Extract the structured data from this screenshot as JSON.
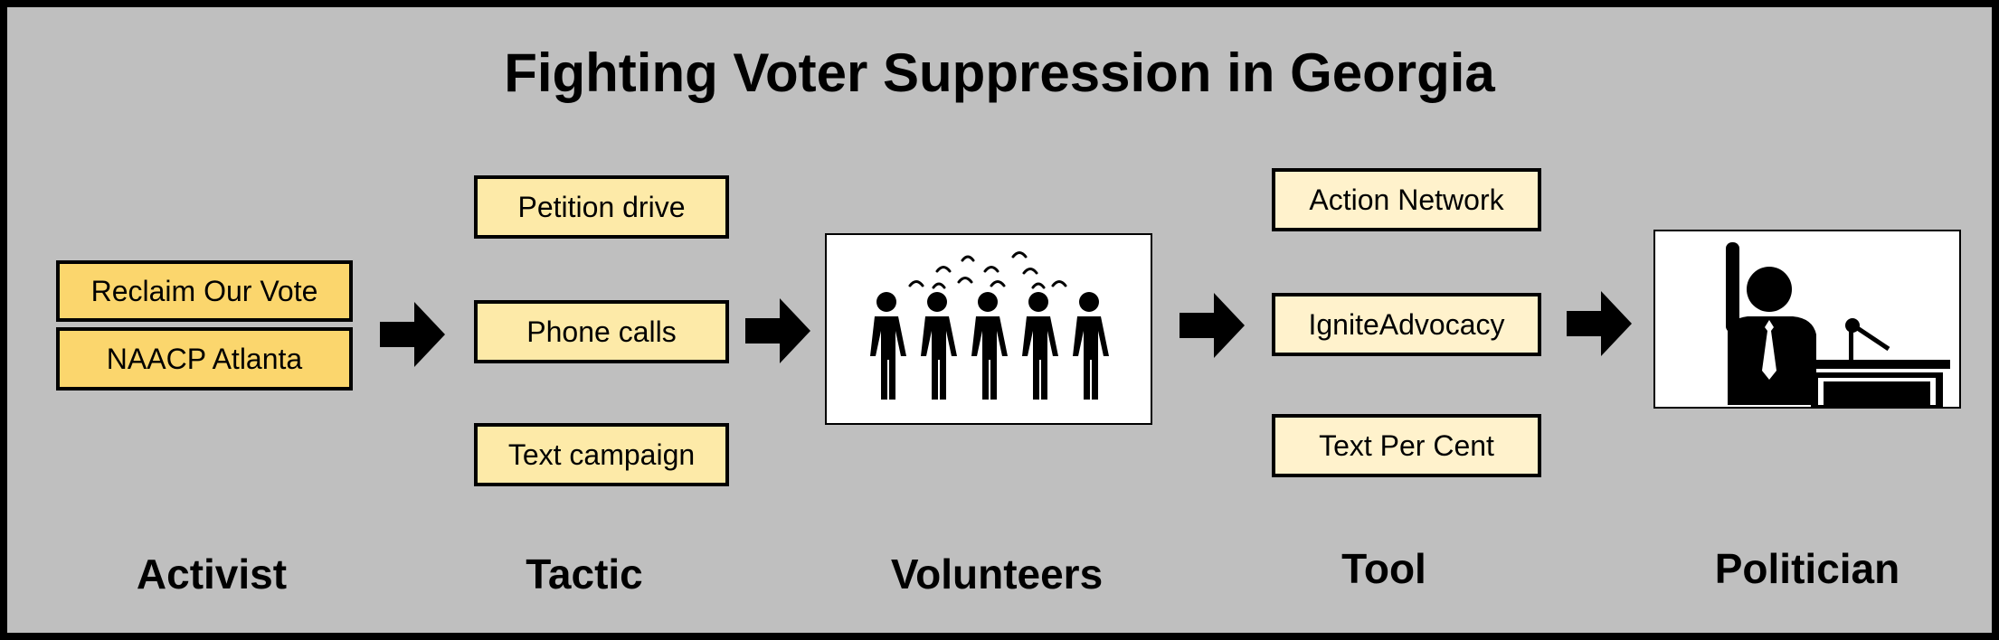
{
  "title": "Fighting Voter Suppression in Georgia",
  "activist": {
    "items": [
      "Reclaim Our Vote",
      "NAACP Atlanta"
    ]
  },
  "tactic": {
    "items": [
      "Petition drive",
      "Phone calls",
      "Text campaign"
    ]
  },
  "tool": {
    "items": [
      "Action Network",
      "IgniteAdvocacy",
      "Text Per Cent"
    ]
  },
  "labels": {
    "activist": "Activist",
    "tactic": "Tactic",
    "volunteers": "Volunteers",
    "tool": "Tool",
    "politician": "Politician"
  },
  "icons": {
    "volunteers": "crowd-icon",
    "politician": "speaker-at-podium-icon",
    "arrow": "arrow-right-icon"
  },
  "colors": {
    "background": "#bfbfbf",
    "activist_box": "#fbd66d",
    "tactic_box": "#fdeaa8",
    "tool_box": "#fff2cc"
  }
}
